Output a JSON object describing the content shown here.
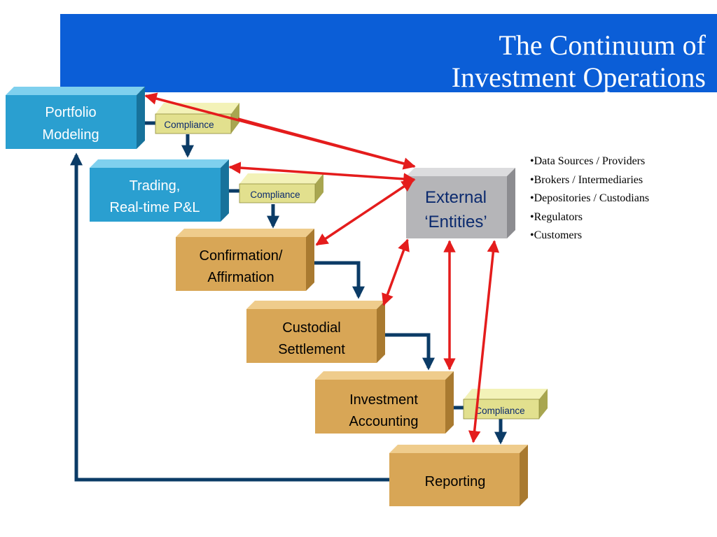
{
  "slide": {
    "title_line1": "The Continuum of",
    "title_line2": "Investment Operations"
  },
  "colors": {
    "header": "#0b5ed7",
    "teal_box": "#2a9fd0",
    "gold_box": "#d8a656",
    "gray_box": "#b5b5b8",
    "compliance_box": "#e2e08e",
    "flow_connector": "#0b3b66",
    "external_arrow": "#e41c1c"
  },
  "boxes": {
    "portfolio_modeling": {
      "line1": "Portfolio",
      "line2": "Modeling"
    },
    "trading": {
      "line1": "Trading,",
      "line2": "Real-time P&L"
    },
    "confirmation": {
      "line1": "Confirmation/",
      "line2": "Affirmation"
    },
    "custodial": {
      "line1": "Custodial",
      "line2": "Settlement"
    },
    "investment_accounting": {
      "line1": "Investment",
      "line2": "Accounting"
    },
    "reporting": {
      "line1": "Reporting"
    },
    "external_entities": {
      "line1": "External",
      "line2": "‘Entities’"
    }
  },
  "compliance_labels": [
    "Compliance",
    "Compliance",
    "Compliance"
  ],
  "external_list": [
    "•Data Sources / Providers",
    "•Brokers / Intermediaries",
    "•Depositories / Custodians",
    "•Regulators",
    "•Customers"
  ]
}
